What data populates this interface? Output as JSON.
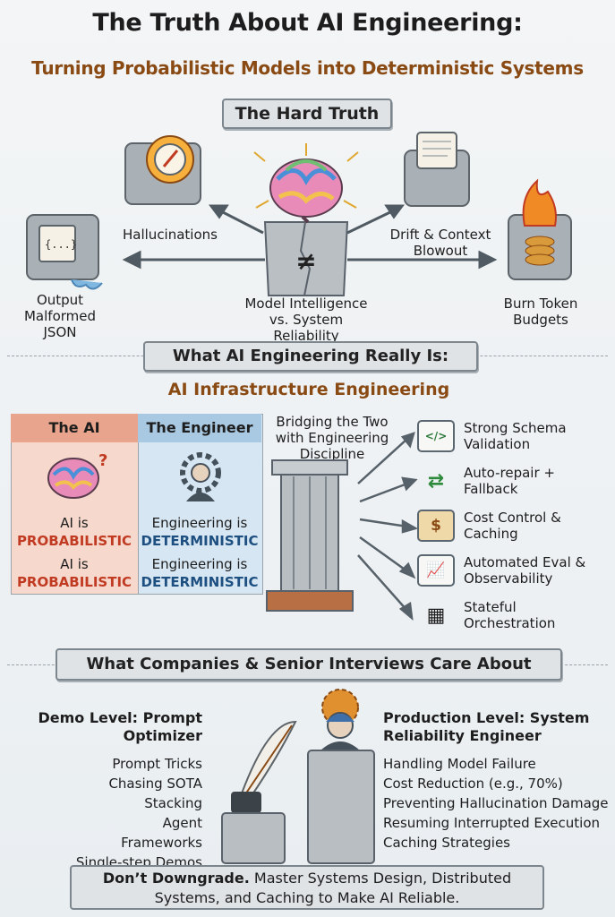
{
  "header": {
    "title": "The Truth About AI Engineering:",
    "subtitle": "Turning Probabilistic Models into Deterministic Systems"
  },
  "hard_truth": {
    "banner": "The Hard Truth",
    "hallucinations": "Hallucinations",
    "drift": "Drift & Context Blowout",
    "output": "Output Malformed JSON",
    "model": "Model Intelligence vs. System Reliability",
    "burn": "Burn Token Budgets",
    "neq": "≠"
  },
  "really": {
    "banner": "What AI Engineering Really Is:",
    "subtitle": "AI Infrastructure Engineering",
    "ai_header": "The AI",
    "eng_header": "The Engineer",
    "ai_is": "AI is",
    "probabilistic": "PROBABILISTIC",
    "eng_is": "Engineering is",
    "deterministic": "DETERMINISTIC",
    "bridging": "Bridging the Two with Engineering Discipline",
    "items": [
      {
        "label": "Strong Schema Validation",
        "icon": "</>"
      },
      {
        "label": "Auto-repair + Fallback",
        "icon": "⇄"
      },
      {
        "label": "Cost Control & Caching",
        "icon": "$"
      },
      {
        "label": "Automated Eval & Observability",
        "icon": "📈"
      },
      {
        "label": "Stateful Orchestration",
        "icon": "▦"
      }
    ]
  },
  "companies": {
    "banner": "What Companies & Senior Interviews Care About",
    "demo_title": "Demo Level: Prompt Optimizer",
    "demo_items": [
      "Prompt Tricks",
      "Chasing SOTA",
      "Stacking Agent Frameworks",
      "Single-step Demos"
    ],
    "prod_title": "Production Level: System Reliability Engineer",
    "prod_items": [
      "Handling Model Failure",
      "Cost Reduction (e.g., 70%)",
      "Preventing Hallucination Damage",
      "Resuming Interrupted Execution",
      "Caching Strategies"
    ]
  },
  "footer": {
    "bold": "Don’t Downgrade.",
    "rest": "Master Systems Design, Distributed Systems, and Caching to Make AI Reliable."
  },
  "colors": {
    "brown": "#8a4a14",
    "prob": "#c13b22",
    "det": "#1d4f80",
    "ai_bg": "#f6d8cc",
    "eng_bg": "#d6e6f2"
  }
}
